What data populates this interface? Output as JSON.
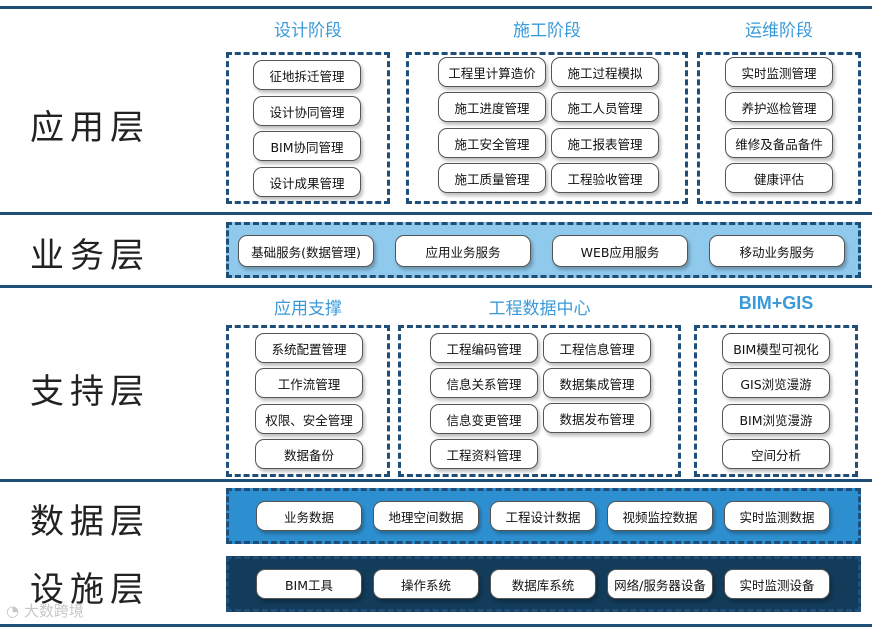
{
  "layers": {
    "app": "应用层",
    "business": "业务层",
    "support": "支持层",
    "data": "数据层",
    "infra": "设施层"
  },
  "app_layer": {
    "design": {
      "title": "设计阶段",
      "items": [
        "征地拆迁管理",
        "设计协同管理",
        "BIM协同管理",
        "设计成果管理"
      ]
    },
    "construction": {
      "title": "施工阶段",
      "items": [
        "工程里计算造价",
        "施工过程模拟",
        "施工进度管理",
        "施工人员管理",
        "施工安全管理",
        "施工报表管理",
        "施工质量管理",
        "工程验收管理"
      ]
    },
    "operation": {
      "title": "运维阶段",
      "items": [
        "实时监测管理",
        "养护巡检管理",
        "维修及备品备件",
        "健康评估"
      ]
    }
  },
  "business_layer": {
    "items": [
      "基础服务(数据管理)",
      "应用业务服务",
      "WEB应用服务",
      "移动业务服务"
    ]
  },
  "support_layer": {
    "app_support": {
      "title": "应用支撑",
      "items": [
        "系统配置管理",
        "工作流管理",
        "权限、安全管理",
        "数据备份"
      ]
    },
    "data_center": {
      "title": "工程数据中心",
      "items": [
        "工程编码管理",
        "工程信息管理",
        "信息关系管理",
        "数据集成管理",
        "信息变更管理",
        "数据发布管理",
        "工程资料管理"
      ]
    },
    "bim_gis": {
      "title": "BIM+GIS",
      "items": [
        "BIM模型可视化",
        "GIS浏览漫游",
        "BIM浏览漫游",
        "空间分析"
      ]
    }
  },
  "data_layer": {
    "items": [
      "业务数据",
      "地理空间数据",
      "工程设计数据",
      "视频监控数据",
      "实时监测数据"
    ]
  },
  "infra_layer": {
    "items": [
      "BIM工具",
      "操作系统",
      "数据库系统",
      "网络/服务器设备",
      "实时监测设备"
    ]
  },
  "colors": {
    "line": "#1f4e79",
    "phase_title": "#3a9ad9",
    "business_band": "#8fc9ec",
    "data_band": "#2e8fd0",
    "infra_band": "#123c5a"
  },
  "watermark": "大数跨境"
}
